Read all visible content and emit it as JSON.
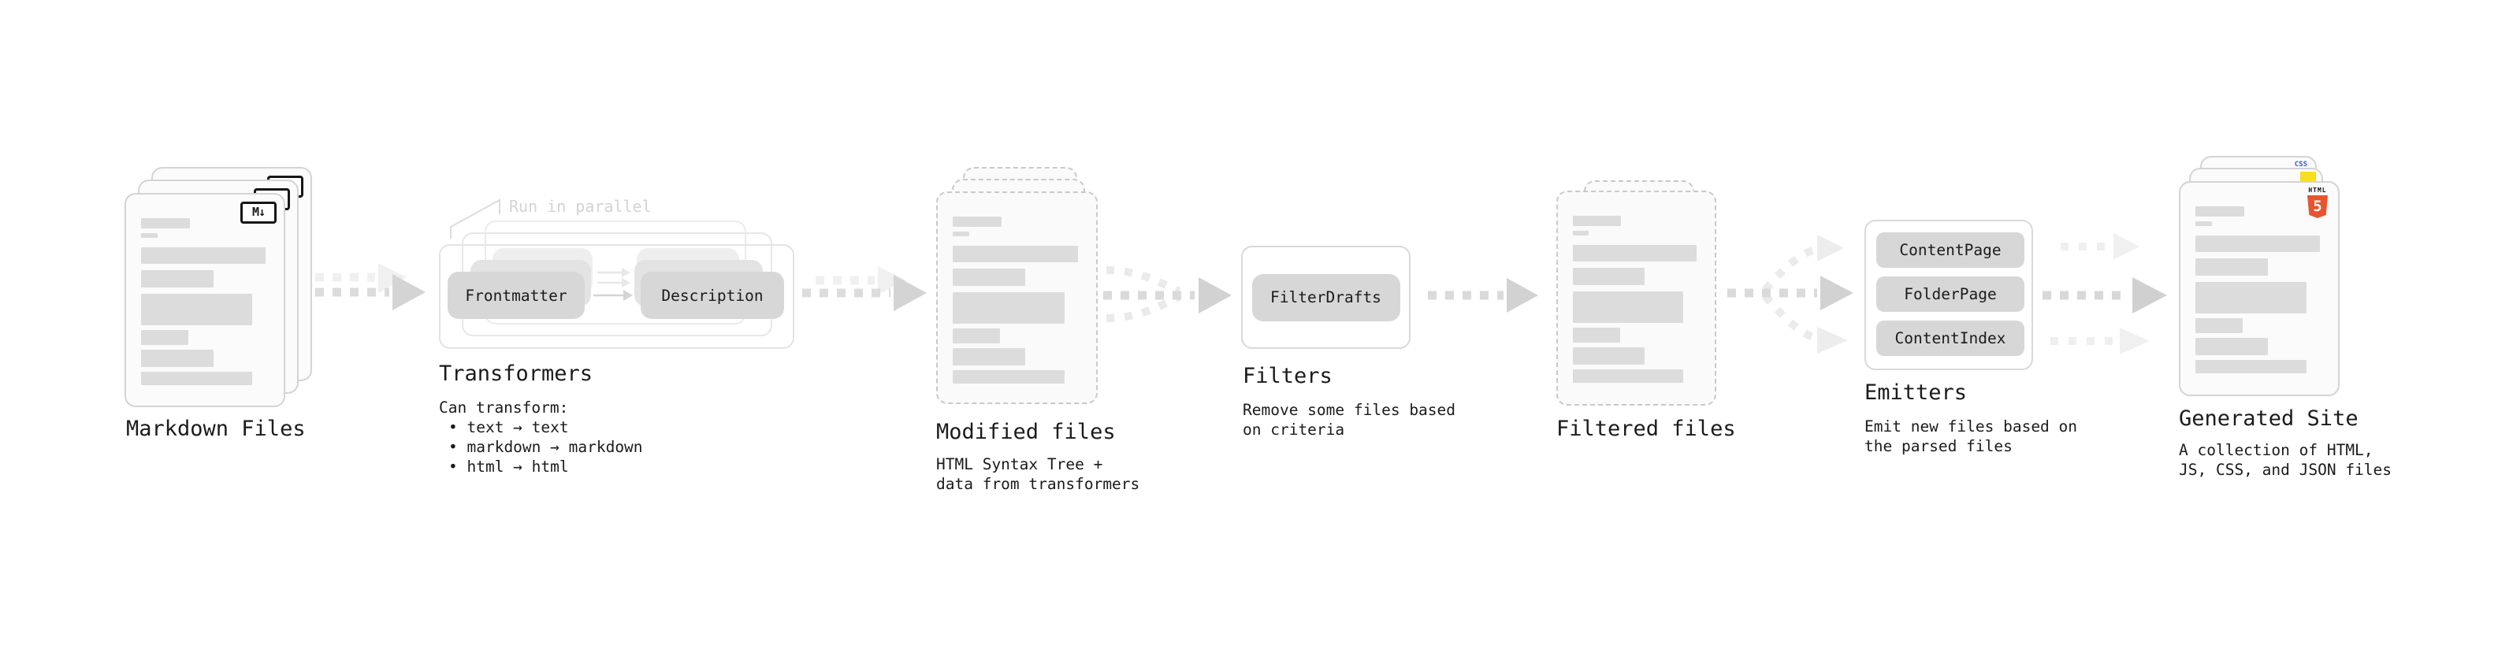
{
  "stages": {
    "markdown": {
      "label": "Markdown Files",
      "badge": "M↓"
    },
    "transformers": {
      "label": "Transformers",
      "note": "Run in parallel",
      "step1": "Frontmatter",
      "step2": "Description",
      "desc_intro": "Can transform:",
      "bullets": [
        "• text → text",
        "• markdown → markdown",
        "• html → html"
      ]
    },
    "modified": {
      "label": "Modified files",
      "desc_line1": "HTML Syntax Tree +",
      "desc_line2": "data from transformers"
    },
    "filters": {
      "label": "Filters",
      "button": "FilterDrafts",
      "desc_line1": "Remove some files based",
      "desc_line2": "on criteria"
    },
    "filtered": {
      "label": "Filtered files"
    },
    "emitters": {
      "label": "Emitters",
      "buttons": [
        "ContentPage",
        "FolderPage",
        "ContentIndex"
      ],
      "desc_line1": "Emit new files based on",
      "desc_line2": "the parsed files"
    },
    "generated": {
      "label": "Generated Site",
      "desc_line1": "A collection of HTML,",
      "desc_line2": "JS, CSS, and JSON files",
      "badge_css": "CSS",
      "badge_html_word": "HTML",
      "badge_html_number": "5"
    }
  },
  "colors": {
    "markdown_badge": "#161616",
    "css_blue": "#2b5ce0",
    "js_yellow": "#f7df1e",
    "html5_orange": "#e8542f"
  }
}
